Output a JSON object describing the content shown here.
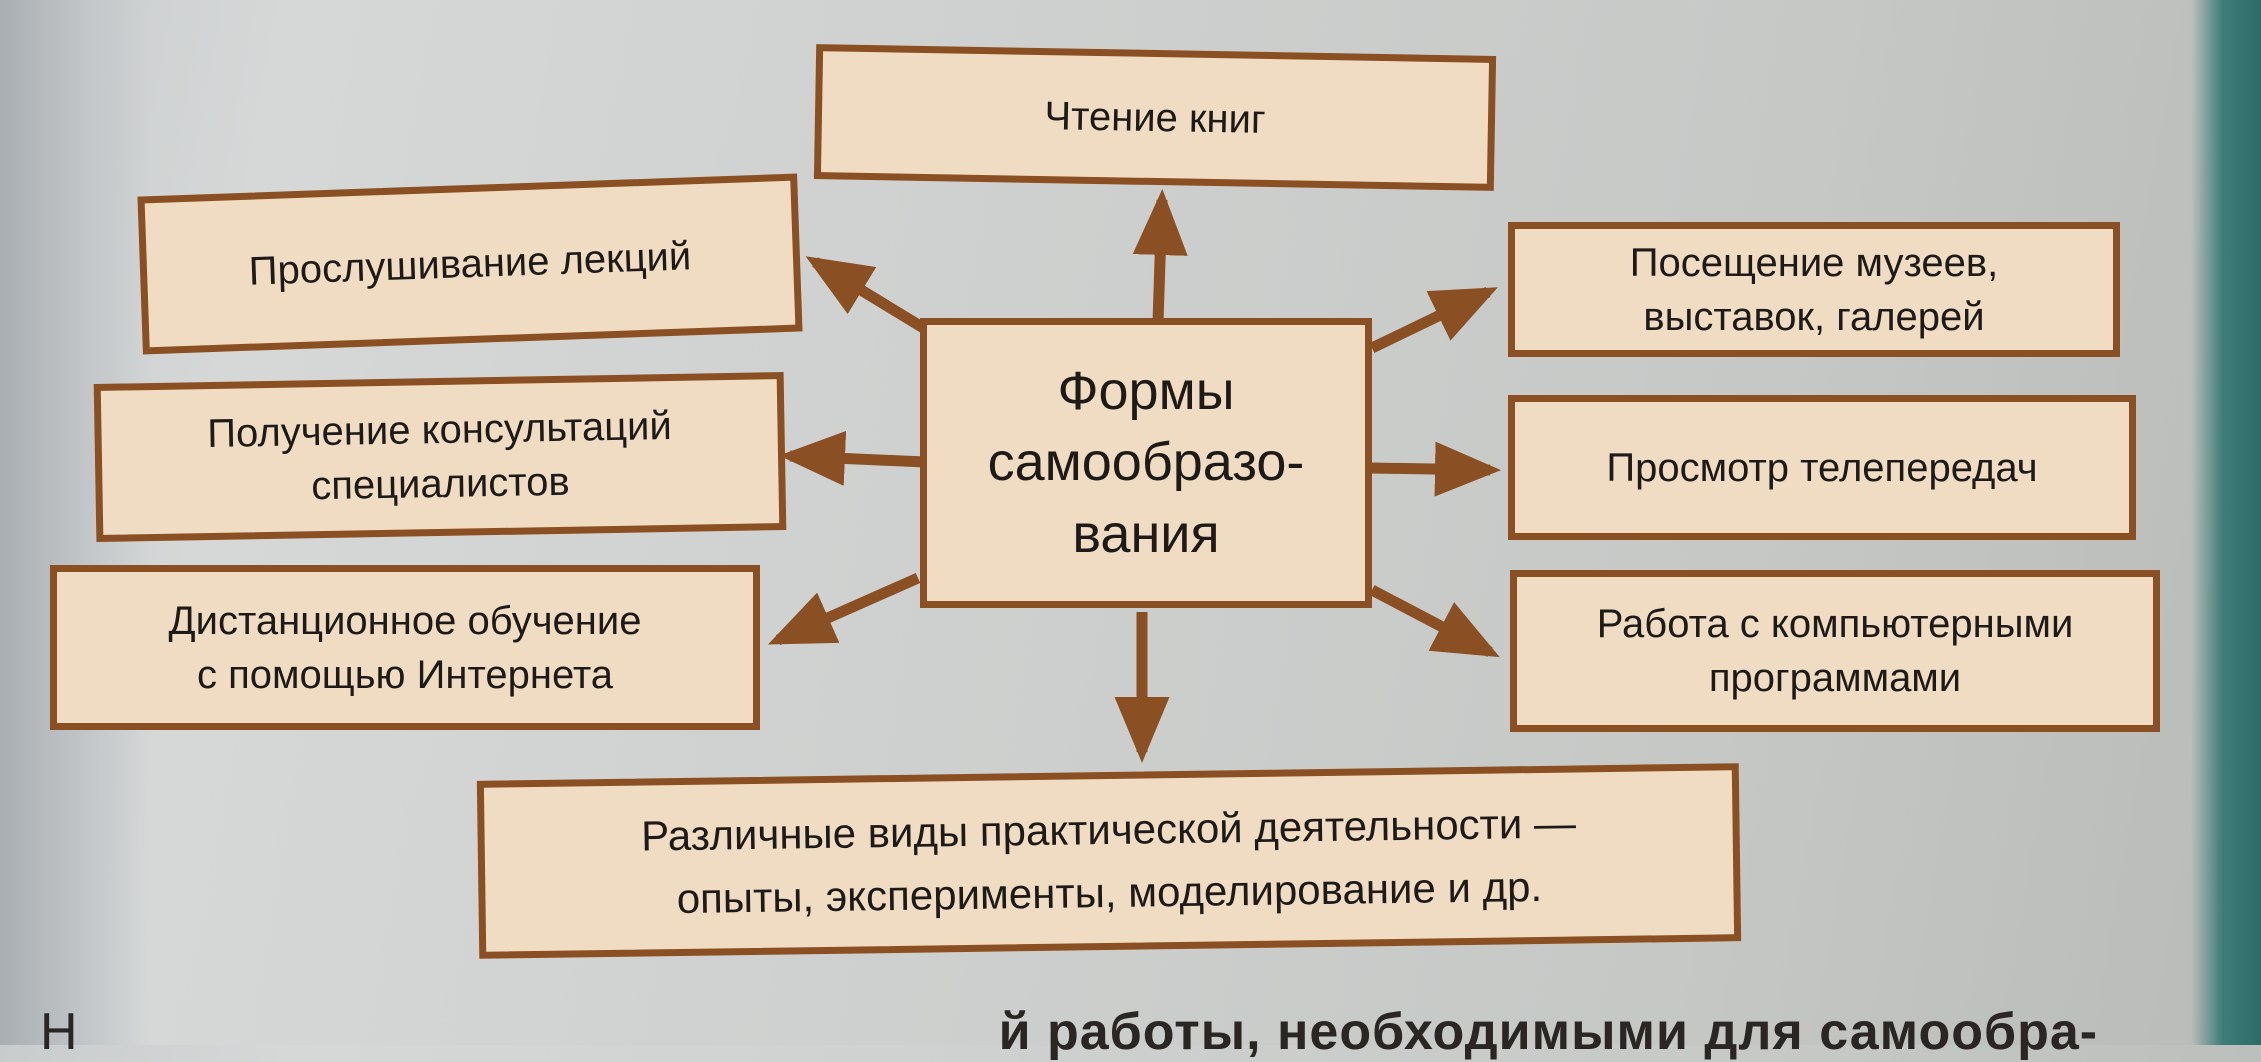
{
  "diagram": {
    "center": "Формы\nсамообразо-\nвания",
    "nodes": {
      "top": "Чтение книг",
      "left_1": "Прослушивание лекций",
      "left_2": "Получение консультаций\nспециалистов",
      "left_3": "Дистанционное обучение\nс помощью Интернета",
      "right_1": "Посещение музеев,\nвыставок, галерей",
      "right_2": "Просмотр телепередач",
      "right_3": "Работа с компьютерными\nпрограммами",
      "bottom": "Различные виды практической деятельности —\nопыты, эксперименты, моделирование и др."
    },
    "colors": {
      "box_fill": "#f0dcc2",
      "box_border": "#8a4f22",
      "arrow": "#8a4f22"
    }
  },
  "page_text": {
    "bottom_line_start": "Н",
    "bottom_line_end": "й работы, необходимыми для самообра-"
  }
}
